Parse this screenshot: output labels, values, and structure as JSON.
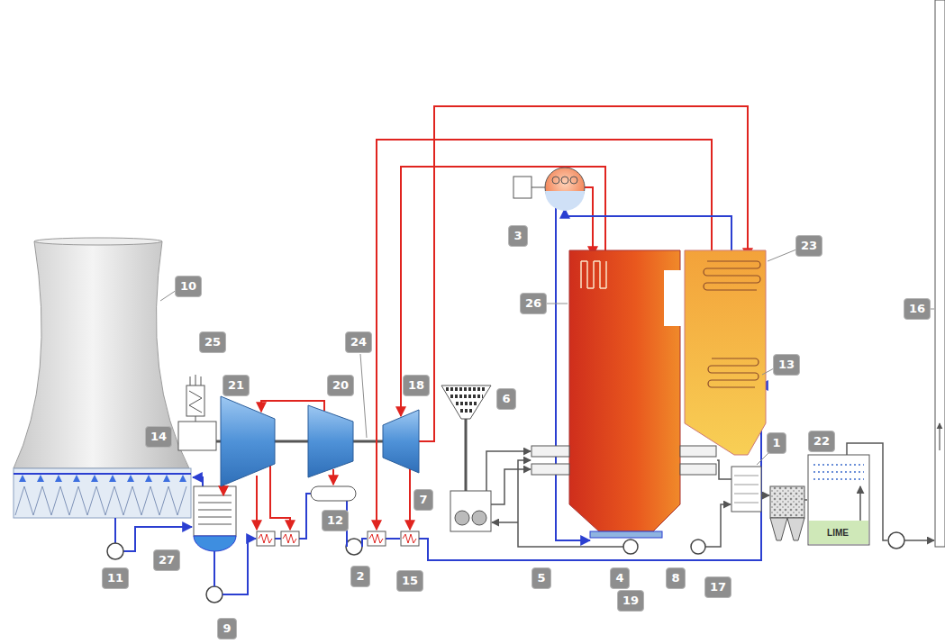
{
  "diagram": {
    "labels": [
      "3",
      "23",
      "26",
      "16",
      "10",
      "25",
      "24",
      "18",
      "21",
      "20",
      "13",
      "6",
      "14",
      "1",
      "22",
      "7",
      "12",
      "LIME",
      "27",
      "5",
      "4",
      "2",
      "15",
      "19",
      "8",
      "17",
      "11",
      "9"
    ]
  }
}
